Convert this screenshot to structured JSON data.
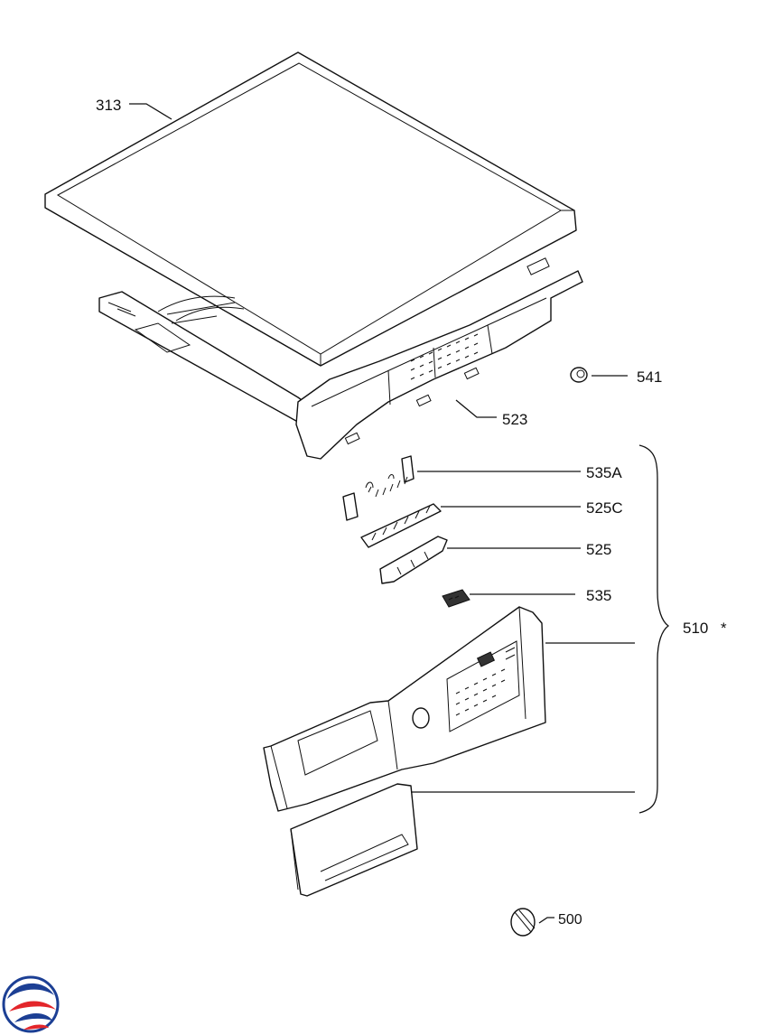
{
  "labels": {
    "p313": "313",
    "p523": "523",
    "p541": "541",
    "p535A": "535A",
    "p525C": "525C",
    "p525": "525",
    "p535": "535",
    "p510": "510",
    "p510_mark": "*",
    "p500": "500"
  },
  "logo": {
    "name": "brand-logo-icon",
    "colors": [
      "#1c3f94",
      "#e3262b"
    ]
  }
}
